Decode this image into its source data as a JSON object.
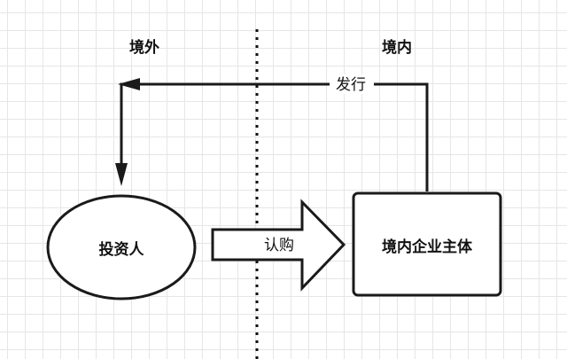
{
  "regions": {
    "left_label": "境外",
    "right_label": "境内"
  },
  "nodes": {
    "investor": "投资人",
    "domestic_entity": "境内企业主体"
  },
  "edges": {
    "issue": "发行",
    "subscribe": "认购"
  }
}
